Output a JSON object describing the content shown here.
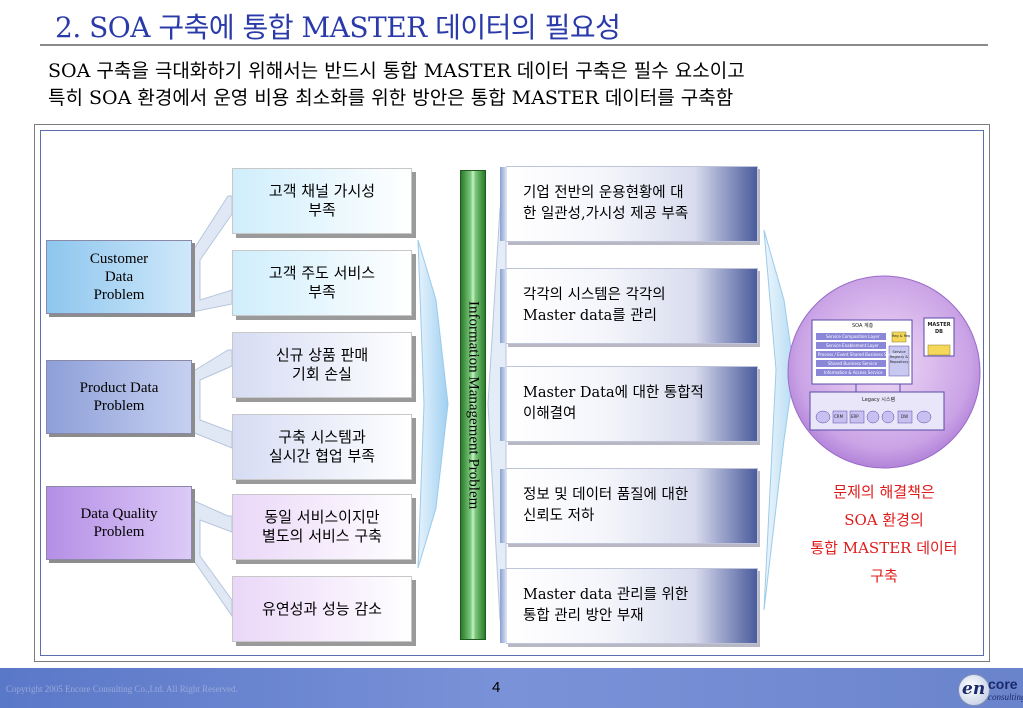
{
  "title": "2. SOA 구축에 통합 MASTER 데이터의 필요성",
  "subtitle": {
    "line1": "SOA 구축을 극대화하기 위해서는 반드시 통합 MASTER 데이터 구축은 필수 요소이고",
    "line2": "특히 SOA 환경에서 운영 비용 최소화를 위한 방안은 통합 MASTER 데이터를 구축함"
  },
  "problems": [
    {
      "label": "Customer Data Problem",
      "lines": [
        "Customer",
        "Data",
        "Problem"
      ]
    },
    {
      "label": "Product Data Problem",
      "lines": [
        "Product Data",
        "Problem"
      ]
    },
    {
      "label": "Data Quality Problem",
      "lines": [
        "Data Quality",
        "Problem"
      ]
    }
  ],
  "sub_problems": [
    {
      "line1": "고객 채널 가시성",
      "line2": "부족"
    },
    {
      "line1": "고객 주도 서비스",
      "line2": "부족"
    },
    {
      "line1": "신규 상품 판매",
      "line2": "기회 손실"
    },
    {
      "line1": "구축 시스템과",
      "line2": "실시간 협업 부족"
    },
    {
      "line1": "동일 서비스이지만",
      "line2": "별도의 서비스 구축"
    },
    {
      "line1": "유연성과 성능 감소",
      "line2": ""
    }
  ],
  "im_problem": "Information Management Problem",
  "results": [
    {
      "line1": "기업 전반의 운용현황에 대",
      "line2": "한 일관성,가시성 제공 부족"
    },
    {
      "line1": "각각의 시스템은 각각의",
      "line2": "Master data를 관리"
    },
    {
      "line1": "Master Data에 대한 통합적",
      "line2": "이해결여"
    },
    {
      "line1": "정보 및 데이터 품질에 대한",
      "line2": "신뢰도 저하"
    },
    {
      "line1": "Master data 관리를 위한",
      "line2": "통합 관리 방안 부재"
    }
  ],
  "soa_diagram": {
    "header": "SOA 계층",
    "layers": [
      "Service Composition Layer",
      "Service Enablement Layer",
      "Process / Event Shared Business Services",
      "Shared Business Service",
      "Information & Access Service"
    ],
    "registry": "Service Registry & Repository",
    "side_tag": "Reg & Rep",
    "master_db": [
      "MASTER",
      "DB"
    ],
    "legacy": "Legacy 시스템",
    "legacy_items": [
      "",
      "CRM",
      "ERP",
      "",
      "",
      "DW",
      ""
    ]
  },
  "solution": {
    "line1": "문제의 해결책은",
    "line2": "SOA 환경의",
    "line3": "통합 MASTER 데이터",
    "line4": "구축"
  },
  "footer": {
    "copyright": "Copyright 2005 Encore Consulting Co.,Ltd. All Right Reserved.",
    "page": "4",
    "logo": {
      "em": "en",
      "core": "core",
      "sub": "consulting"
    }
  },
  "colors": {
    "title": "#2a3aa8",
    "solution": "#e01b1b",
    "footer": "#6a84cc",
    "bracket": "#dfe8f4",
    "arrow": "#bfe0f6"
  }
}
